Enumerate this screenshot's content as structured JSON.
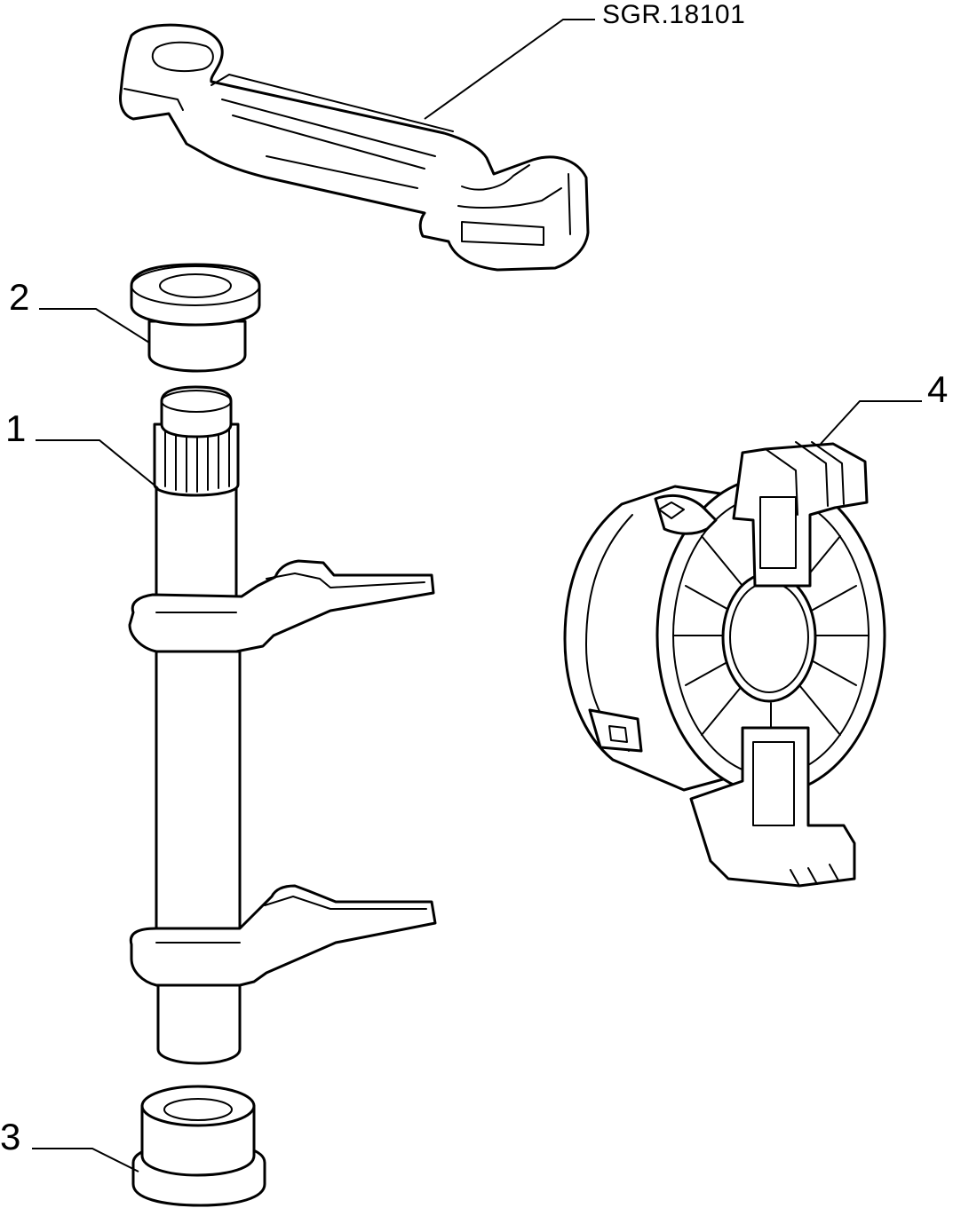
{
  "diagram": {
    "reference_code": "SGR.18101",
    "callouts": [
      {
        "id": "1",
        "label": "1"
      },
      {
        "id": "2",
        "label": "2"
      },
      {
        "id": "3",
        "label": "3"
      },
      {
        "id": "4",
        "label": "4"
      }
    ]
  },
  "colors": {
    "line": "#000000",
    "background": "#ffffff"
  }
}
